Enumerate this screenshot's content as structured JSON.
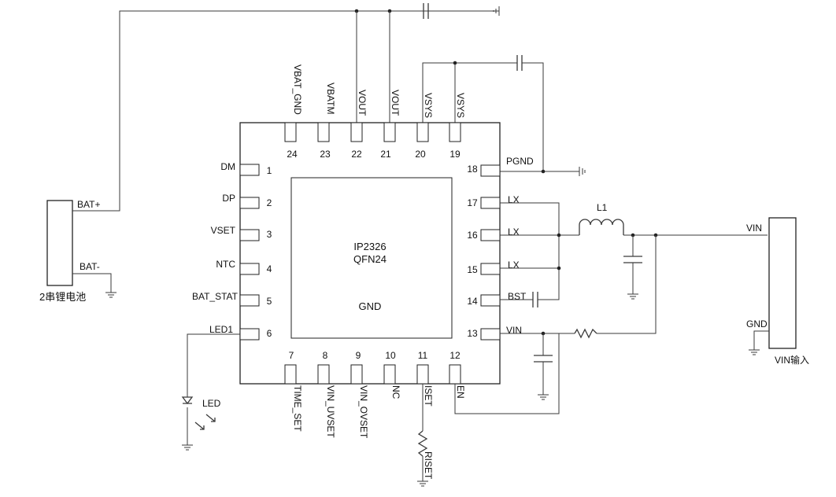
{
  "chip": {
    "part_number": "IP2326",
    "package": "QFN24",
    "center_pad": "GND"
  },
  "pins": [
    {
      "n": "1",
      "name": "DM"
    },
    {
      "n": "2",
      "name": "DP"
    },
    {
      "n": "3",
      "name": "VSET"
    },
    {
      "n": "4",
      "name": "NTC"
    },
    {
      "n": "5",
      "name": "BAT_STAT"
    },
    {
      "n": "6",
      "name": "LED1"
    },
    {
      "n": "7",
      "name": "TIME_SET"
    },
    {
      "n": "8",
      "name": "VIN_UVSET"
    },
    {
      "n": "9",
      "name": "VIN_OVSET"
    },
    {
      "n": "10",
      "name": "NC"
    },
    {
      "n": "11",
      "name": "ISET"
    },
    {
      "n": "12",
      "name": "EN"
    },
    {
      "n": "13",
      "name": "VIN"
    },
    {
      "n": "14",
      "name": "BST"
    },
    {
      "n": "15",
      "name": "LX"
    },
    {
      "n": "16",
      "name": "LX"
    },
    {
      "n": "17",
      "name": "LX"
    },
    {
      "n": "18",
      "name": "PGND"
    },
    {
      "n": "19",
      "name": "VSYS"
    },
    {
      "n": "20",
      "name": "VSYS"
    },
    {
      "n": "21",
      "name": "VOUT"
    },
    {
      "n": "22",
      "name": "VOUT"
    },
    {
      "n": "23",
      "name": "VBATM"
    },
    {
      "n": "24",
      "name": "VBAT_GND"
    }
  ],
  "battery": {
    "plus_label": "BAT+",
    "minus_label": "BAT-",
    "caption": "2串锂电池"
  },
  "input": {
    "vin_label": "VIN",
    "gnd_label": "GND",
    "caption": "VIN输入"
  },
  "components": {
    "inductor": "L1",
    "led": "LED",
    "iset_resistor": "RISET"
  }
}
